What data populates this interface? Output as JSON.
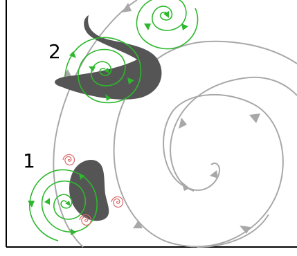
{
  "labels": {
    "region_1": "1",
    "region_2": "2"
  },
  "colors": {
    "background_flow": "#a8a8a8",
    "local_vortex": "#2db82d",
    "small_vortex": "#d96b6b",
    "obstacle": "#555555",
    "frame": "#000000"
  },
  "icons": {
    "arrowhead": "filled-triangle",
    "vortex": "spiral"
  }
}
